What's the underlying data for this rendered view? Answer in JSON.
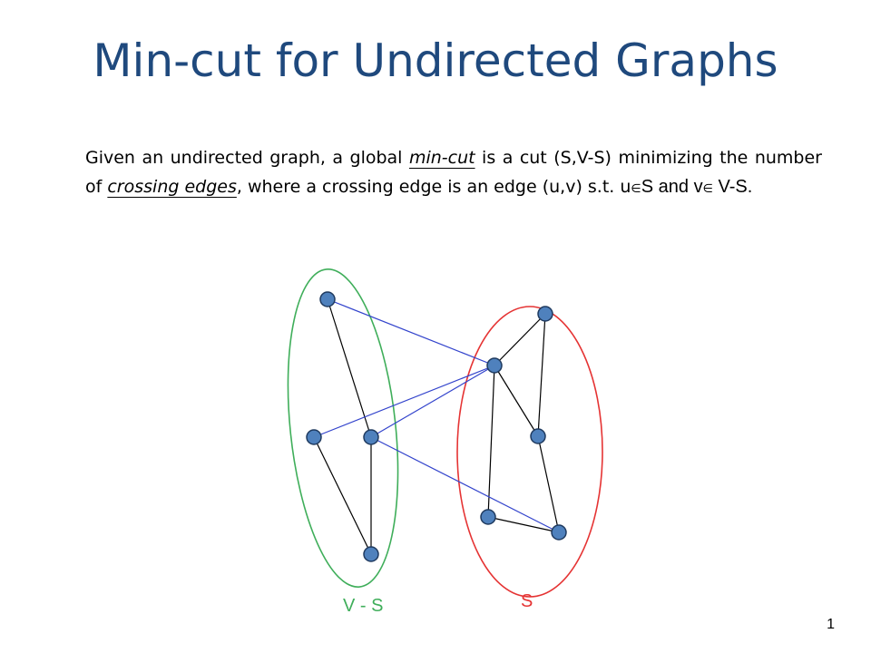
{
  "title": "Min-cut for Undirected Graphs",
  "paragraph": {
    "p1": "Given an undirected graph, a global ",
    "term_mincut": "min-cut",
    "p2": " is a cut (S,V-S) minimizing the number of ",
    "term_crossing": "crossing edges",
    "p3": ", where a crossing edge is an edge (u,v) s.t. u",
    "member1": "∈",
    "set1": "S",
    "p4": " and v",
    "member2": "∈",
    "set2": " V-S."
  },
  "labels": {
    "left_set": "V - S",
    "right_set": "S"
  },
  "page_number": "1",
  "colors": {
    "title": "#1F497D",
    "left_set": "#3FAE5A",
    "right_set": "#E53333",
    "crossing_edge": "#3344CC",
    "internal_edge": "#000000",
    "node_fill": "#4F81BD",
    "node_stroke": "#1F3A5F"
  }
}
